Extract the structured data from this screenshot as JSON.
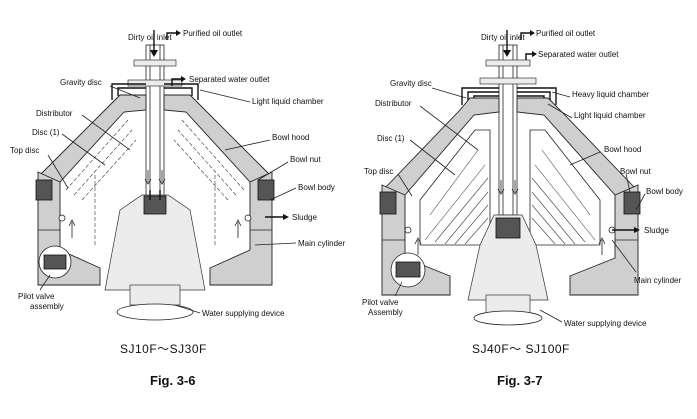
{
  "figures": [
    {
      "id": "fig-3-6",
      "caption": "Fig. 3-6",
      "model": "SJ10F～SJ30F",
      "labels": {
        "dirty_oil_inlet": "Dirty oil inlet",
        "purified_oil_outlet": "Purified oil outlet",
        "separated_water_outlet": "Separated water outlet",
        "light_liquid_chamber": "Light liquid chamber",
        "gravity_disc": "Gravity disc",
        "distributor": "Distributor",
        "disc": "Disc (1)",
        "top_disc": "Top disc",
        "bowl_hood": "Bowl hood",
        "bowl_nut": "Bowl nut",
        "bowl_body": "Bowl body",
        "sludge": "Sludge",
        "main_cylinder": "Main cylinder",
        "pilot_valve_line1": "Pilot valve",
        "pilot_valve_line2": "assembly",
        "water_supplying_device": "Water supplying device"
      }
    },
    {
      "id": "fig-3-7",
      "caption": "Fig. 3-7",
      "model": "SJ40F～ SJ100F",
      "labels": {
        "dirty_oil_inlet": "Dirty oil inlet",
        "purified_oil_outlet": "Purified oil outlet",
        "separated_water_outlet": "Separated water outlet",
        "gravity_disc": "Gravity disc",
        "heavy_liquid_chamber": "Heavy liquid chamber",
        "distributor": "Distributor",
        "light_liquid_chamber": "Light liquid chamber",
        "disc": "Disc (1)",
        "bowl_hood": "Bowl hood",
        "top_disc": "Top disc",
        "bowl_nut": "Bowl nut",
        "bowl_body": "Bowl body",
        "sludge": "Sludge",
        "main_cylinder": "Main cylinder",
        "pilot_valve_line1": "Pilot valve",
        "pilot_valve_line2": "Assembly",
        "water_supplying_device": "Water supplying device"
      }
    }
  ]
}
